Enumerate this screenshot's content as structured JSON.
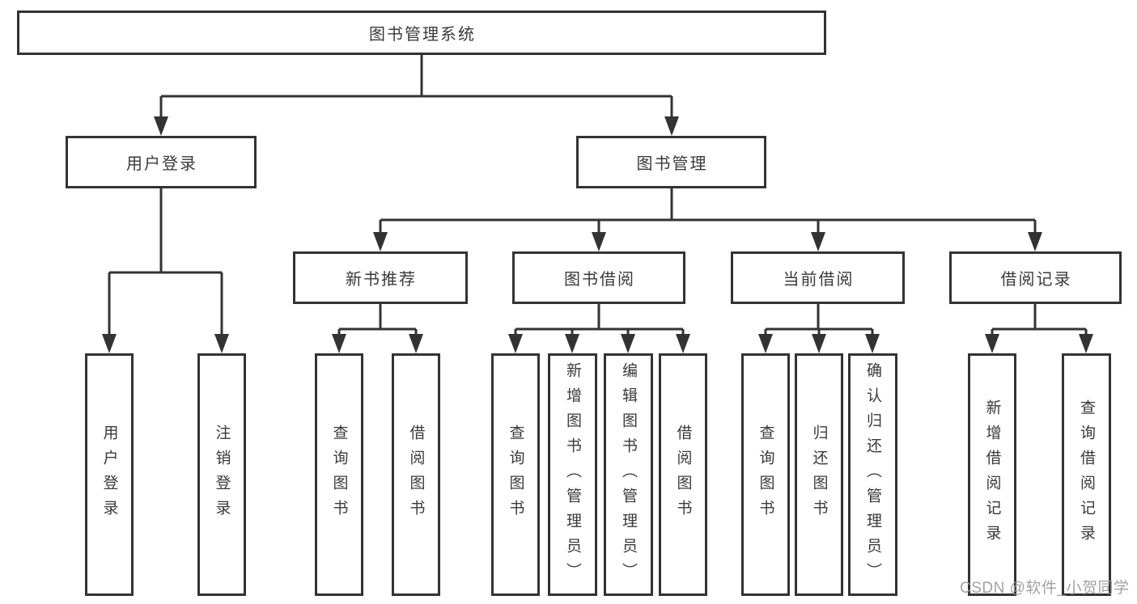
{
  "tree": {
    "root": "图书管理系统",
    "children": [
      {
        "label": "用户登录",
        "children": [
          {
            "label": "用户登录"
          },
          {
            "label": "注销登录"
          }
        ]
      },
      {
        "label": "图书管理",
        "children": [
          {
            "label": "新书推荐",
            "children": [
              {
                "label": "查询图书"
              },
              {
                "label": "借阅图书"
              }
            ]
          },
          {
            "label": "图书借阅",
            "children": [
              {
                "label": "查询图书"
              },
              {
                "label": "新增图书（管理员）"
              },
              {
                "label": "编辑图书（管理员）"
              },
              {
                "label": "借阅图书"
              }
            ]
          },
          {
            "label": "当前借阅",
            "children": [
              {
                "label": "查询图书"
              },
              {
                "label": "归还图书"
              },
              {
                "label": "确认归还（管理员）"
              }
            ]
          },
          {
            "label": "借阅记录",
            "children": [
              {
                "label": "新增借阅记录"
              },
              {
                "label": "查询借阅记录"
              }
            ]
          }
        ]
      }
    ]
  },
  "watermark": {
    "text": "CSDN @软件_小贺同学"
  },
  "colors": {
    "line": "#333333",
    "text": "#3a3a3a",
    "watermark": "#989898",
    "background": "#ffffff"
  }
}
